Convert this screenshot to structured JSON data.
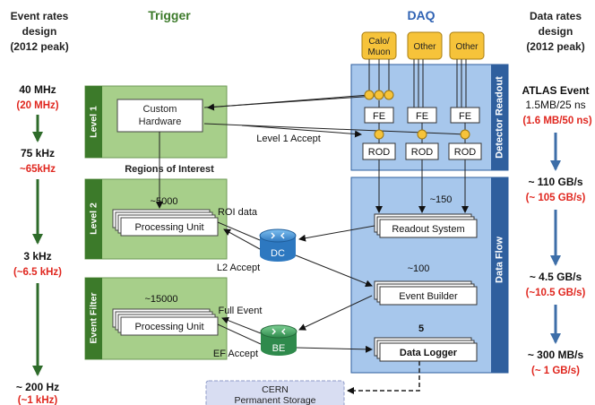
{
  "left": {
    "heading": [
      "Event rates",
      "design",
      "(2012 peak)"
    ],
    "rates": [
      {
        "design": "40 MHz",
        "peak": "(20 MHz)"
      },
      {
        "design": "75 kHz",
        "peak": "~65kHz"
      },
      {
        "design": "3 kHz",
        "peak": "(~6.5 kHz)"
      },
      {
        "design": "~ 200 Hz",
        "peak": "(~1 kHz)"
      }
    ]
  },
  "right": {
    "heading": [
      "Data rates",
      "design",
      "(2012 peak)"
    ],
    "atlas": [
      "ATLAS Event",
      "1.5MB/25 ns"
    ],
    "atlas_peak": "(1.6 MB/50 ns)",
    "rates": [
      {
        "design": "~ 110 GB/s",
        "peak": "(~ 105 GB/s)"
      },
      {
        "design": "~ 4.5 GB/s",
        "peak": "(~10.5 GB/s)"
      },
      {
        "design": "~ 300 MB/s",
        "peak": "(~ 1 GB/s)"
      }
    ]
  },
  "trigger": {
    "title": "Trigger",
    "level1": "Level 1",
    "level2": "Level 2",
    "ef": "Event Filter",
    "custom_hw": [
      "Custom",
      "Hardware"
    ],
    "regions": "Regions of Interest",
    "l2_count": "~5000",
    "ef_count": "~15000",
    "processing_unit": "Processing Unit",
    "roi_data": "ROI data",
    "l2_accept": "L2 Accept",
    "full_event": "Full Event",
    "ef_accept": "EF Accept",
    "l1_accept": "Level 1 Accept"
  },
  "daq": {
    "title": "DAQ",
    "detectors": [
      "Calo/\nMuon",
      "Other",
      "Other"
    ],
    "fe": "FE",
    "rod": "ROD",
    "detector_readout": "Detector Readout",
    "data_flow": "Data Flow",
    "readout_count": "~150",
    "readout_system": "Readout System",
    "eb_count": "~100",
    "event_builder": "Event Builder",
    "dl_count": "5",
    "data_logger": "Data Logger",
    "dc": "DC",
    "be": "BE",
    "cern": [
      "CERN",
      "Permanent Storage"
    ]
  },
  "colors": {
    "green_panel": "#a7cf8a",
    "green_text": "#3c7a2a",
    "dark_green_arrow": "#2e6b2a",
    "blue_panel": "#a7c7ec",
    "blue_dark": "#2f5f9e",
    "blue_text": "#2f62b3",
    "red": "#e0271f",
    "yellow": "#f6c33a",
    "router_blue": "#3f8fd3",
    "router_green": "#3c9a5a",
    "storage": "#d8ddf2"
  }
}
